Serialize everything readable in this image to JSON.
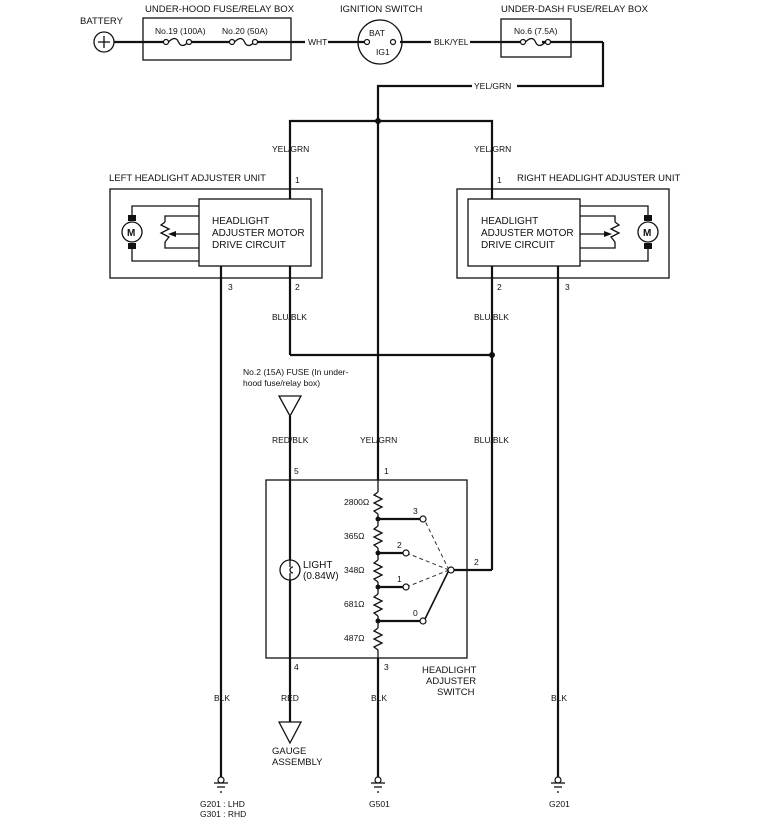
{
  "components": {
    "battery": {
      "label": "BATTERY",
      "icon": "battery-plus-icon"
    },
    "underhood_box": {
      "title": "UNDER-HOOD FUSE/RELAY BOX",
      "fuse_a": "No.19 (100A)",
      "fuse_b": "No.20 (50A)"
    },
    "ignition_switch": {
      "title": "IGNITION SWITCH",
      "terminal_in": "BAT",
      "terminal_out": "IG1"
    },
    "underdash_box": {
      "title": "UNDER-DASH FUSE/RELAY BOX",
      "fuse": "No.6 (7.5A)"
    },
    "left_unit": {
      "title": "LEFT HEADLIGHT ADJUSTER UNIT",
      "circuit_lines": [
        "HEADLIGHT",
        "ADJUSTER MOTOR",
        "DRIVE CIRCUIT"
      ],
      "motor": "M",
      "pins": {
        "p1": "1",
        "p2": "2",
        "p3": "3"
      }
    },
    "right_unit": {
      "title": "RIGHT HEADLIGHT ADJUSTER UNIT",
      "circuit_lines": [
        "HEADLIGHT",
        "ADJUSTER MOTOR",
        "DRIVE CIRCUIT"
      ],
      "motor": "M",
      "pins": {
        "p1": "1",
        "p2": "2",
        "p3": "3"
      }
    },
    "fuse_no2": {
      "lines": [
        "No.2 (15A) FUSE (In under-",
        "hood fuse/relay box)"
      ]
    },
    "switch": {
      "title_lines": [
        "HEADLIGHT",
        "ADJUSTER",
        "SWITCH"
      ],
      "pins": {
        "p1": "1",
        "p2": "2",
        "p3": "3",
        "p4": "4",
        "p5": "5"
      },
      "light_lines": [
        "LIGHT",
        "(0.84W)"
      ],
      "resistors": [
        "2800Ω",
        "365Ω",
        "348Ω",
        "681Ω",
        "487Ω"
      ],
      "positions": [
        "3",
        "2",
        "1",
        "0"
      ],
      "selected_position": "0"
    },
    "gauge": {
      "lines": [
        "GAUGE",
        "ASSEMBLY"
      ]
    },
    "grounds": {
      "left": [
        "G201 : LHD",
        "G301 : RHD"
      ],
      "middle": "G501",
      "right": "G201"
    }
  },
  "wires": {
    "wht": "WHT",
    "blk_yel": "BLK/YEL",
    "yel_grn_main": "YEL/GRN",
    "yel_grn_left": "YEL/GRN",
    "yel_grn_right": "YEL/GRN",
    "blu_blk_left": "BLU/BLK",
    "blu_blk_right": "BLU/BLK",
    "red_blk": "RED/BLK",
    "yel_grn_switch": "YEL/GRN",
    "blu_blk_switch": "BLU/BLK",
    "blk_left": "BLK",
    "red": "RED",
    "blk_middle": "BLK",
    "blk_right": "BLK"
  }
}
